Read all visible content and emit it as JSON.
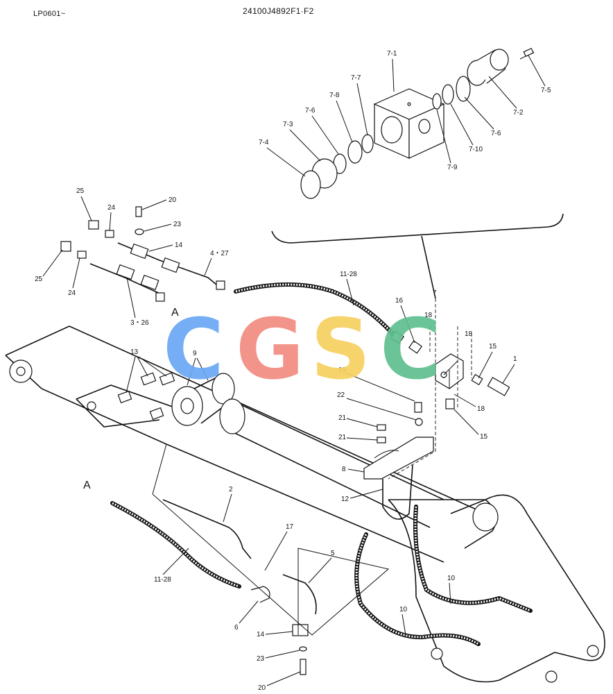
{
  "header": {
    "left_code": "LP0601~",
    "drawing_number": "24100J4892F1·F2"
  },
  "watermark": {
    "letters": [
      "C",
      "G",
      "S",
      "C"
    ],
    "colors": [
      "#6aa8f5",
      "#f28b82",
      "#f7d060",
      "#5fbf8f"
    ]
  },
  "callouts": {
    "c7_1": "7-1",
    "c7_2": "7-2",
    "c7_3": "7-3",
    "c7_4": "7-4",
    "c7_5": "7-5",
    "c7_6a": "7-6",
    "c7_6b": "7-6",
    "c7_7": "7-7",
    "c7_8": "7-8",
    "c7_9": "7-9",
    "c7_10": "7-10",
    "c7": "7",
    "c25a": "25",
    "c25b": "25",
    "c24a": "24",
    "c24b": "24",
    "c20a": "20",
    "c23a": "23",
    "c14a": "14",
    "c4_27": "4・27",
    "c3_26": "3・26",
    "cA1": "A",
    "cA2": "A",
    "c11_28a": "11-28",
    "c11_28b": "11-28",
    "c16a": "16",
    "c18a": "18",
    "c18b": "18",
    "c18c": "18",
    "c15a": "15",
    "c15b": "15",
    "c1": "1",
    "c19": "19",
    "c22": "22",
    "c21a": "21",
    "c21b": "21",
    "c8": "8",
    "c12": "12",
    "c13": "13",
    "c9": "9",
    "c2": "2",
    "c17": "17",
    "c5": "5",
    "c6": "6",
    "c10a": "10",
    "c10b": "10",
    "c14b": "14",
    "c23b": "23",
    "c20b": "20"
  }
}
